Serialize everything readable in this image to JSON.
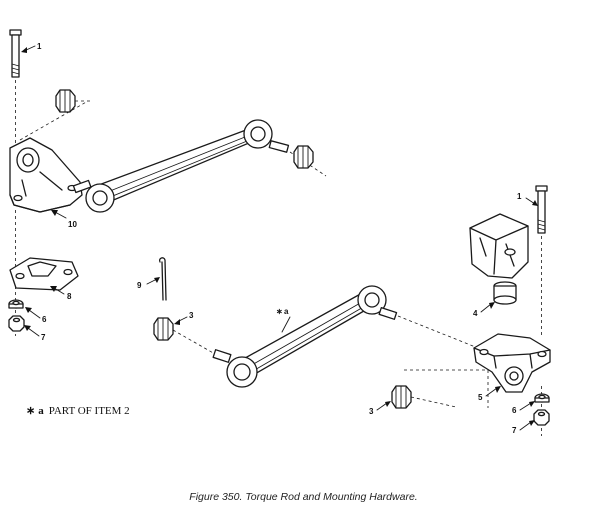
{
  "callouts": {
    "c1a": "1",
    "c10": "10",
    "c8": "8",
    "c6a": "6",
    "c7a": "7",
    "c9": "9",
    "c3a": "3",
    "ca": "a",
    "c1b": "1",
    "c4": "4",
    "c5": "5",
    "c6b": "6",
    "c7b": "7",
    "c3b": "3"
  },
  "footnote": {
    "star": "∗",
    "letter": "a",
    "text": "PART OF ITEM 2"
  },
  "caption": "Figure 350.  Torque Rod and Mounting Hardware."
}
